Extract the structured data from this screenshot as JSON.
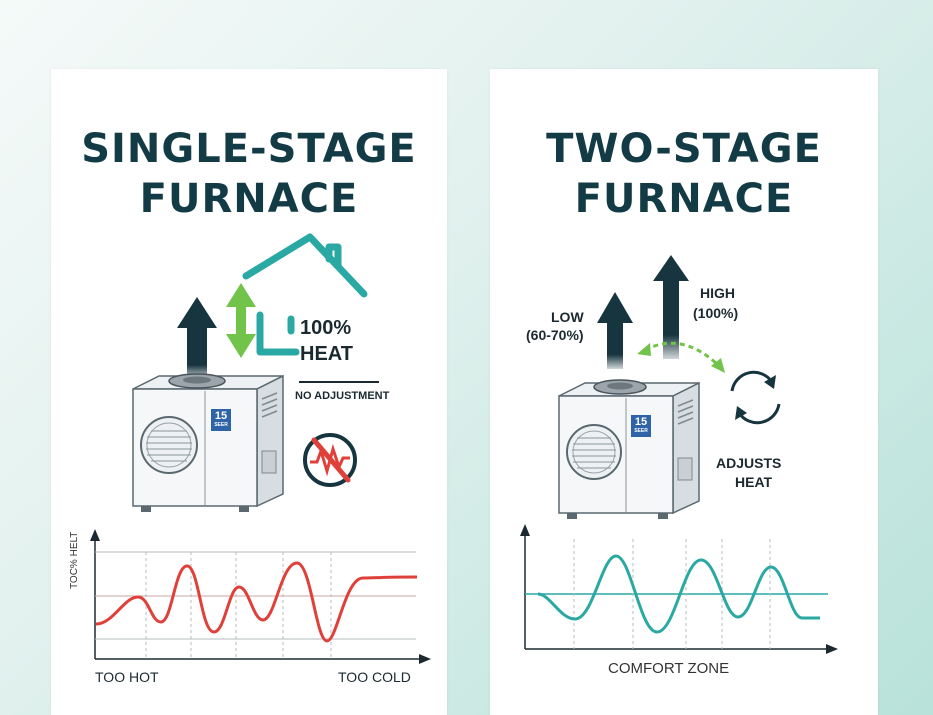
{
  "left": {
    "title_line1": "SINGLE-STAGE",
    "title_line2": "FURNACE",
    "heat_percent": "100%",
    "heat_label": "HEAT",
    "no_adjustment": "NO ADJUSTMENT",
    "unit_badge_number": "15",
    "unit_badge_text": "SEER",
    "chart_ylabel": "TOC% HELT",
    "chart_left_label": "TOO HOT",
    "chart_right_label": "TOO COLD",
    "icons": [
      "up-arrow-icon",
      "house-icon",
      "double-arrow-icon",
      "no-fluctuation-icon",
      "ac-unit-icon"
    ]
  },
  "right": {
    "title_line1": "TWO-STAGE",
    "title_line2": "FURNACE",
    "low_label": "LOW",
    "low_range": "(60-70%)",
    "high_label": "HIGH",
    "high_range": "(100%)",
    "adjusts_line1": "ADJUSTS",
    "adjusts_line2": "HEAT",
    "unit_badge_number": "15",
    "unit_badge_text": "SEER",
    "chart_xlabel": "COMFORT ZONE",
    "icons": [
      "low-arrow-icon",
      "high-arrow-icon",
      "dashed-double-arrow-icon",
      "cycle-arrows-icon",
      "ac-unit-icon"
    ]
  },
  "colors": {
    "title": "#133b45",
    "teal": "#2aa9a4",
    "arrow_dark": "#17353f",
    "green": "#72c34a",
    "red": "#e0403a",
    "panel_bg": "#ffffff"
  }
}
